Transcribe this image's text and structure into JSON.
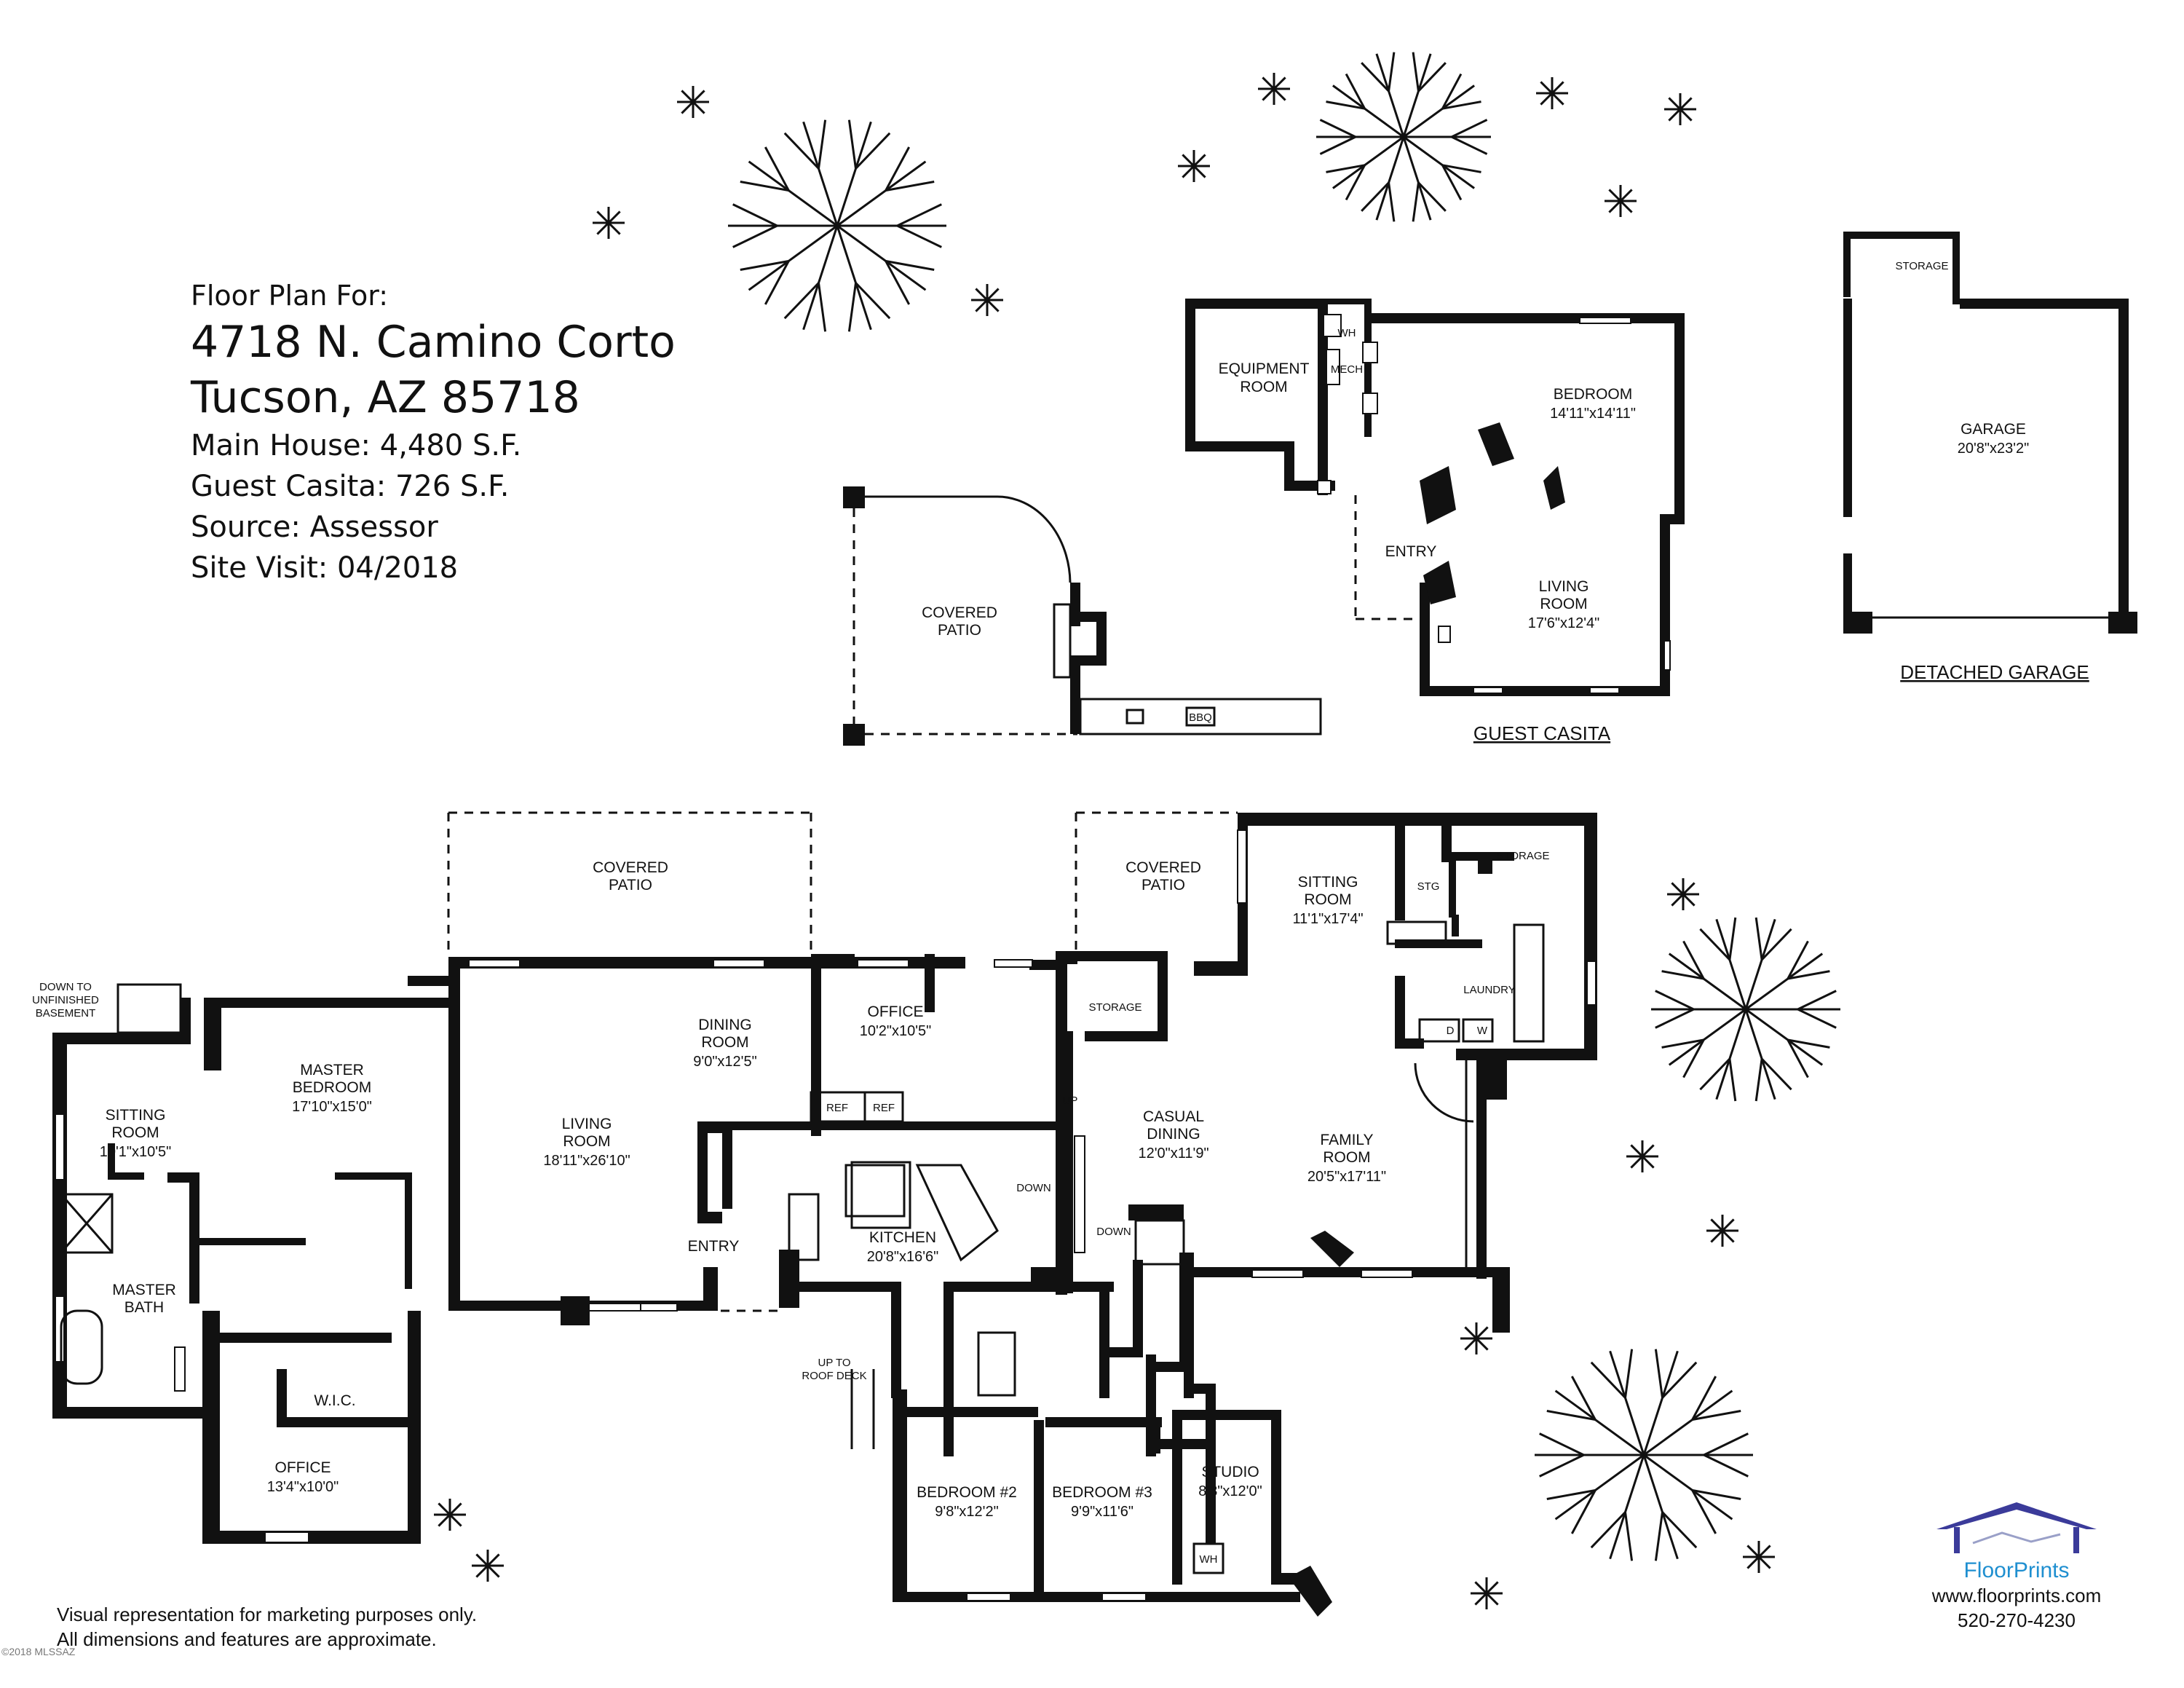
{
  "header": {
    "line1": "Floor Plan For:",
    "address1": "4718 N. Camino Corto",
    "address2": "Tucson, AZ  85718",
    "main_house": "Main House:  4,480 S.F.",
    "guest_casita": "Guest Casita:  726 S.F.",
    "source": "Source:  Assessor",
    "site_visit": "Site Visit:  04/2018"
  },
  "sections": {
    "guest_casita": "GUEST CASITA",
    "detached_garage": "DETACHED GARAGE"
  },
  "rooms": {
    "equipment_room": [
      "EQUIPMENT",
      "ROOM"
    ],
    "wh": "WH",
    "mech": "MECH",
    "casita_bedroom": [
      "BEDROOM",
      "14'11\"x14'11\""
    ],
    "casita_entry": "ENTRY",
    "casita_living": [
      "LIVING",
      "ROOM",
      "17'6\"x12'4\""
    ],
    "covered_patio_top": [
      "COVERED",
      "PATIO"
    ],
    "bbq": "BBQ",
    "garage_storage": "STORAGE",
    "garage": [
      "GARAGE",
      "20'8\"x23'2\""
    ],
    "covered_patio_main": [
      "COVERED",
      "PATIO"
    ],
    "covered_patio_right": [
      "COVERED",
      "PATIO"
    ],
    "down_basement": [
      "DOWN TO",
      "UNFINISHED",
      "BASEMENT"
    ],
    "master_bedroom": [
      "MASTER",
      "BEDROOM",
      "17'10\"x15'0\""
    ],
    "sitting_room_left": [
      "SITTING",
      "ROOM",
      "10'1\"x10'5\""
    ],
    "master_bath": [
      "MASTER",
      "BATH"
    ],
    "wic": "W.I.C.",
    "office_left": [
      "OFFICE",
      "13'4\"x10'0\""
    ],
    "living_room": [
      "LIVING",
      "ROOM",
      "18'11\"x26'10\""
    ],
    "dining_room": [
      "DINING",
      "ROOM",
      "9'0\"x12'5\""
    ],
    "office_mid": [
      "OFFICE",
      "10'2\"x10'5\""
    ],
    "ref1": "REF",
    "ref2": "REF",
    "kitchen": [
      "KITCHEN",
      "20'8\"x16'6\""
    ],
    "entry": "ENTRY",
    "down1": "DOWN",
    "down2": "DOWN",
    "up": "UP",
    "up_roof": [
      "UP TO",
      "ROOF DECK"
    ],
    "storage_mid": "STORAGE",
    "casual_dining": [
      "CASUAL",
      "DINING",
      "12'0\"x11'9\""
    ],
    "sitting_room_right": [
      "SITTING",
      "ROOM",
      "11'1\"x17'4\""
    ],
    "stg": "STG",
    "storage_right": "STORAGE",
    "laundry": "LAUNDRY",
    "d": "D",
    "w": "W",
    "family_room": [
      "FAMILY",
      "ROOM",
      "20'5\"x17'11\""
    ],
    "bedroom2": [
      "BEDROOM #2",
      "9'8\"x12'2\""
    ],
    "bedroom3": [
      "BEDROOM #3",
      "9'9\"x11'6\""
    ],
    "studio": [
      "STUDIO",
      "8'3\"x12'0\""
    ],
    "wh2": "WH"
  },
  "footer": {
    "disclaimer1": "Visual representation for marketing purposes only.",
    "disclaimer2": "All dimensions and features are approximate.",
    "brand": "FloorPrints",
    "website": "www.floorprints.com",
    "phone": "520-270-4230",
    "copyright": "©2018 MLSSAZ"
  },
  "colors": {
    "ink": "#111111",
    "brand": "#1f8fd0",
    "logo_roof": "#3b3b9a"
  }
}
